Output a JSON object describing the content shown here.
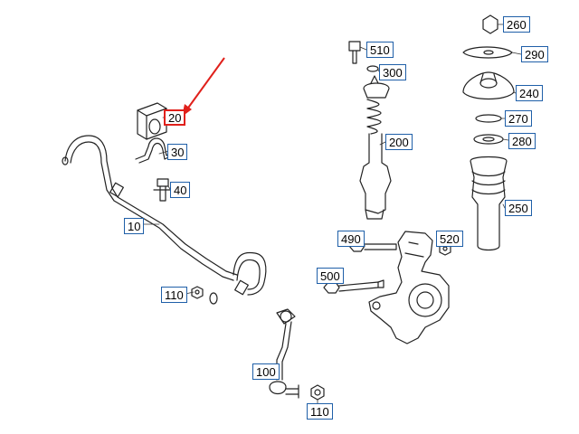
{
  "diagram": {
    "highlight_color": "#e0201b",
    "callout_border_color": "#1f5fa8",
    "highlighted_part": "20",
    "parts": {
      "p10": "10",
      "p20": "20",
      "p30": "30",
      "p40": "40",
      "p100": "100",
      "p110a": "110",
      "p110b": "110",
      "p200": "200",
      "p240": "240",
      "p250": "250",
      "p260": "260",
      "p270": "270",
      "p280": "280",
      "p290": "290",
      "p300": "300",
      "p490": "490",
      "p500": "500",
      "p510": "510",
      "p520": "520"
    }
  }
}
